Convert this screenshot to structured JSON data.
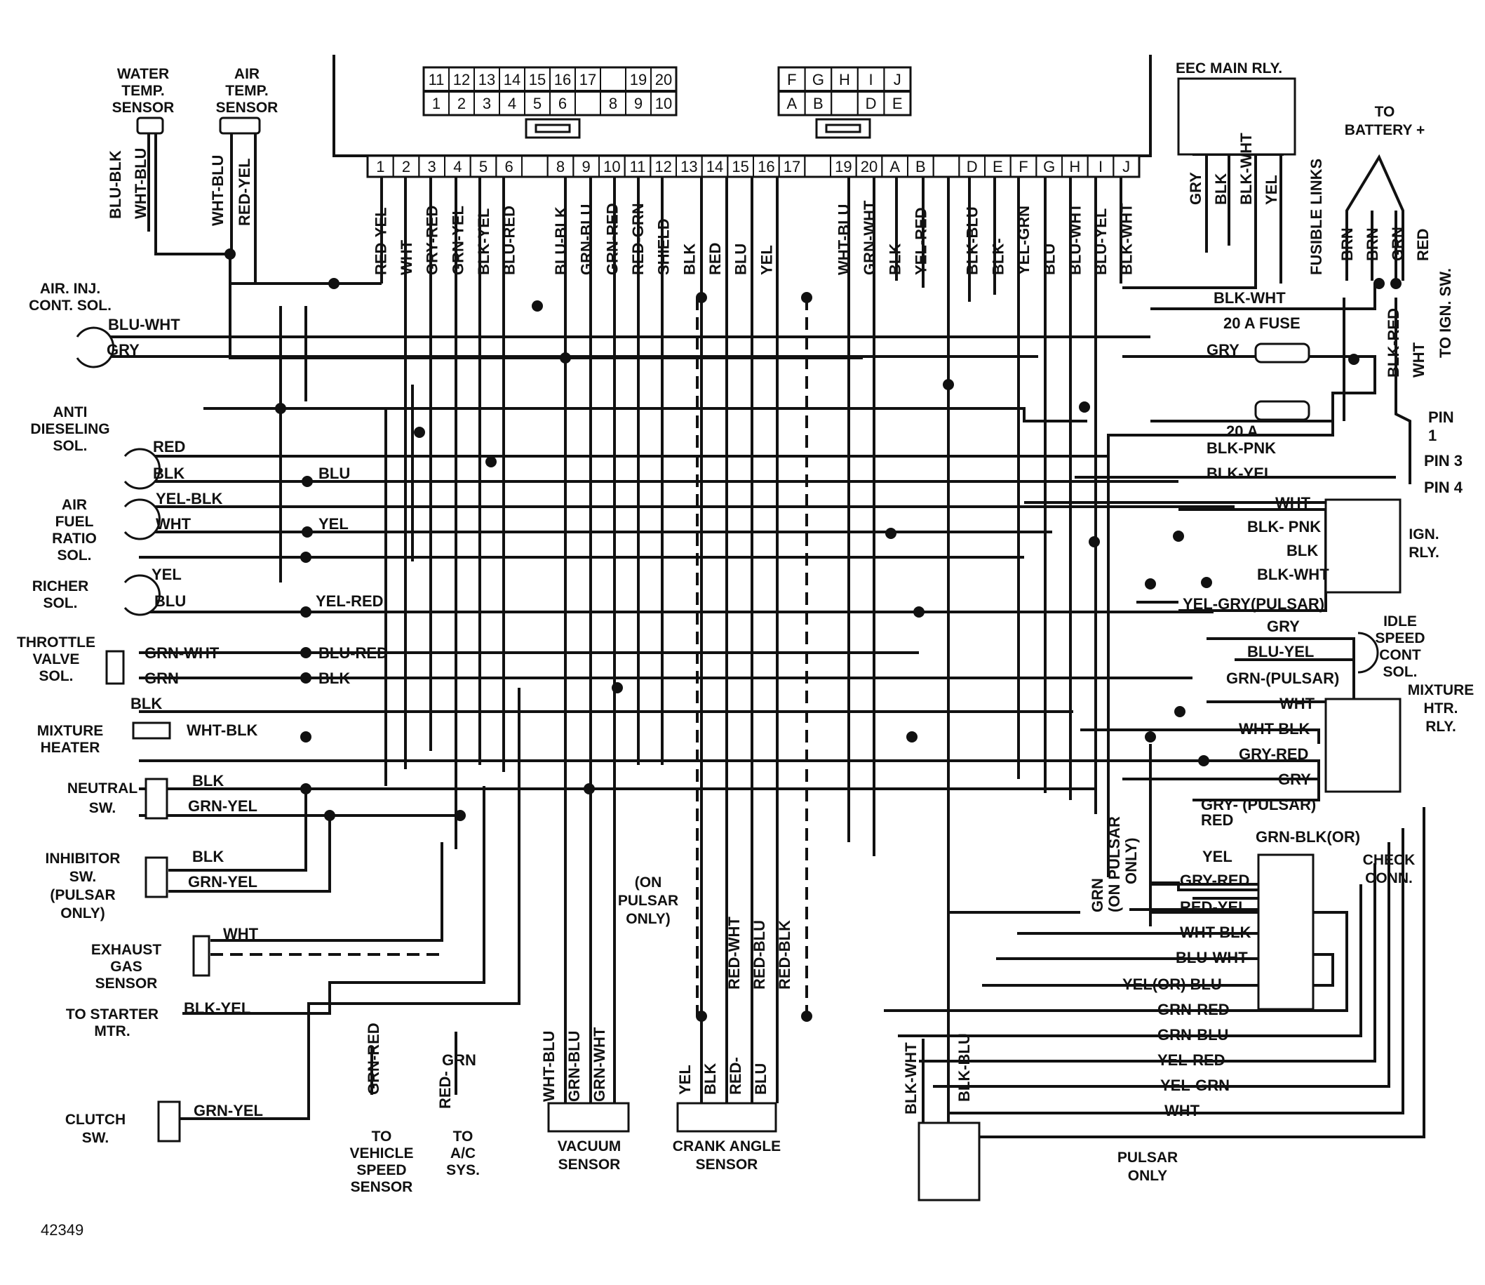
{
  "ecu": {
    "plug_left_top": [
      "11",
      "12",
      "13",
      "14",
      "15",
      "16",
      "17",
      "",
      "19",
      "20"
    ],
    "plug_left_bottom": [
      "1",
      "2",
      "3",
      "4",
      "5",
      "6",
      "",
      "8",
      "9",
      "10"
    ],
    "plug_right_top": [
      "F",
      "G",
      "H",
      "I",
      "J"
    ],
    "plug_right_bottom": [
      "A",
      "B",
      "",
      "D",
      "E"
    ],
    "pins": [
      "1",
      "2",
      "3",
      "4",
      "5",
      "6",
      "",
      "8",
      "9",
      "10",
      "11",
      "12",
      "13",
      "14",
      "15",
      "16",
      "17",
      "",
      "19",
      "20",
      "A",
      "B",
      "",
      "D",
      "E",
      "F",
      "G",
      "H",
      "I",
      "J"
    ],
    "wire_labels": [
      "RED-YEL",
      "WHT",
      "GRY-RED",
      "GRN-YEL",
      "BLK-YEL",
      "BLU-RED",
      "",
      "BLU-BLK",
      "GRN-BLU",
      "GRN-RED",
      "RED-GRN",
      "SHIELD",
      "BLK",
      "RED",
      "BLU",
      "YEL",
      "",
      "",
      "WHT-BLU",
      "GRN-WHT",
      "BLK",
      "YEL-RED",
      "",
      "BLK-BLU",
      "BLK-",
      "YEL-GRN",
      "BLU",
      "BLU-WHT",
      "BLU-YEL",
      "BLK-WHT"
    ]
  },
  "components": {
    "water_temp": [
      "WATER",
      "TEMP.",
      "SENSOR"
    ],
    "water_temp_wires": [
      "BLU-BLK",
      "WHT-BLU"
    ],
    "air_temp": [
      "AIR",
      "TEMP.",
      "SENSOR"
    ],
    "air_temp_wires": [
      "WHT-BLU",
      "RED-YEL"
    ],
    "air_inj": [
      "AIR. INJ.",
      "CONT. SOL."
    ],
    "air_inj_wires": [
      "BLU-WHT",
      "GRY"
    ],
    "anti_diesel": [
      "ANTI",
      "DIESELING",
      "SOL."
    ],
    "anti_diesel_wires": [
      "RED",
      "BLK",
      "BLU"
    ],
    "afr": [
      "AIR",
      "FUEL",
      "RATIO",
      "SOL."
    ],
    "afr_wires": [
      "YEL-BLK",
      "WHT",
      "YEL"
    ],
    "richer": [
      "RICHER",
      "SOL."
    ],
    "richer_wires": [
      "YEL",
      "BLU",
      "YEL-RED"
    ],
    "throttle": [
      "THROTTLE",
      "VALVE",
      "SOL."
    ],
    "throttle_wires": [
      "GRN-WHT",
      "GRN",
      "BLU-RED",
      "BLK"
    ],
    "mixture_heater": [
      "MIXTURE",
      "HEATER"
    ],
    "mixture_heater_wires": [
      "BLK",
      "WHT-BLK"
    ],
    "neutral": [
      "NEUTRAL",
      "SW."
    ],
    "neutral_wires": [
      "BLK",
      "GRN-YEL"
    ],
    "inhibitor": [
      "INHIBITOR",
      "SW.",
      "(PULSAR",
      "ONLY)"
    ],
    "inhibitor_wires": [
      "BLK",
      "GRN-YEL"
    ],
    "exhaust": [
      "EXHAUST",
      "GAS",
      "SENSOR"
    ],
    "exhaust_wire": "WHT",
    "starter": [
      "TO STARTER",
      "MTR."
    ],
    "starter_wire": "BLK-YEL",
    "clutch": [
      "CLUTCH",
      "SW."
    ],
    "clutch_wire": "GRN-YEL",
    "vss": [
      "TO",
      "VEHICLE",
      "SPEED",
      "SENSOR"
    ],
    "vss_wire": "GRN-RED",
    "ac": [
      "TO",
      "A/C",
      "SYS."
    ],
    "ac_wire": "GRN",
    "ac_wire2": "RED-",
    "vacuum": [
      "VACUUM",
      "SENSOR"
    ],
    "vacuum_wires": [
      "WHT-BLU",
      "GRN-BLU",
      "GRN-WHT"
    ],
    "crank": [
      "CRANK ANGLE",
      "SENSOR"
    ],
    "crank_wires": [
      "YEL",
      "BLK",
      "RED-",
      "BLU"
    ],
    "crank_pulsar_wires": [
      "RED-WHT",
      "RED-BLU",
      "RED-BLK"
    ],
    "on_pulsar": [
      "(ON",
      "PULSAR",
      "ONLY)"
    ],
    "battery_wires": [
      "BLK-WHT",
      "BLK-BLU"
    ],
    "eec": "EEC MAIN RLY.",
    "eec_wires": [
      "GRY",
      "BLK",
      "BLK-WHT",
      "YEL"
    ],
    "to_battery": [
      "TO",
      "BATTERY +"
    ],
    "fusible": "FUSIBLE LINKS",
    "fusible_wires": [
      "BRN",
      "BRN",
      "GRN",
      "RED"
    ],
    "ign_sw_wires": [
      "BLK-RED",
      "WHT"
    ],
    "to_ign_sw": "TO IGN. SW.",
    "pins_ign": [
      "PIN",
      "1",
      "PIN 3",
      "PIN 4"
    ],
    "fuse_20a": "20 A FUSE",
    "fuse_20a_b": "20 A",
    "right_wires": [
      "BLK-WHT",
      "GRY",
      "BLK-PNK",
      "BLK-YEL"
    ],
    "ign_rly": [
      "IGN.",
      "RLY."
    ],
    "ign_rly_wires": [
      "WHT",
      "BLK- PNK",
      "BLK",
      "BLK-WHT"
    ],
    "yel_gry": "YEL-GRY(PULSAR)",
    "idle_speed": [
      "IDLE",
      "SPEED",
      "CONT",
      "SOL."
    ],
    "idle_wires": [
      "GRY",
      "BLU-YEL"
    ],
    "grn_pulsar": "GRN-(PULSAR)",
    "mixture_rly": [
      "MIXTURE",
      "HTR.",
      "RLY."
    ],
    "mixture_rly_wires": [
      "WHT",
      "WHT-BLK",
      "GRY-RED",
      "GRY"
    ],
    "gry_red_pulsar": [
      "GRY-  (PULSAR)",
      "RED"
    ],
    "grn_on_pulsar": [
      "GRN",
      "(ON PULSAR",
      "ONLY)"
    ],
    "check_conn": [
      "CHECK",
      "CONN."
    ],
    "check_header": [
      "YEL",
      "GRN-BLK(OR)"
    ],
    "check_wires": [
      "GRY-RED",
      "RED-YEL",
      "WHT-BLK",
      "BLU-WHT",
      "YEL(OR) BLU",
      "GRN-RED",
      "GRN-BLU",
      "YEL-RED",
      "YEL-GRN",
      "WHT"
    ],
    "pulsar_only": [
      "PULSAR",
      "ONLY"
    ],
    "figure_id": "42349"
  }
}
